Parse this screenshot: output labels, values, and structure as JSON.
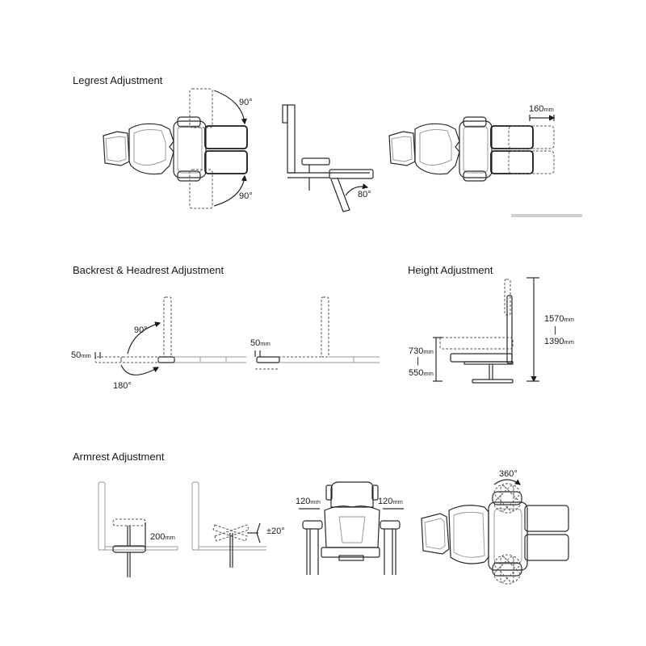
{
  "sections": {
    "legrest": {
      "title": "Legrest Adjustment",
      "angle_top": "90°",
      "angle_bottom": "90°",
      "angle_side": "80°",
      "extension_value": "160",
      "extension_unit": "mm"
    },
    "backrest": {
      "title": "Backrest & Headrest Adjustment",
      "offset_left_value": "50",
      "offset_left_unit": "mm",
      "angle_up": "90°",
      "angle_down": "180°",
      "offset_right_value": "50",
      "offset_right_unit": "mm"
    },
    "height": {
      "title": "Height Adjustment",
      "max_overall_value": "1570",
      "max_overall_unit": "mm",
      "min_overall_value": "1390",
      "min_overall_unit": "mm",
      "max_seat_value": "730",
      "max_seat_unit": "mm",
      "min_seat_value": "550",
      "min_seat_unit": "mm",
      "range_sep": "|"
    },
    "armrest": {
      "title": "Armrest Adjustment",
      "lift_value": "200",
      "lift_unit": "mm",
      "tilt_angle": "±20°",
      "width_left_value": "120",
      "width_left_unit": "mm",
      "width_right_value": "120",
      "width_right_unit": "mm",
      "rotation_angle": "360°"
    }
  },
  "colors": {
    "line": "#2a2a2a",
    "dashed": "#555555",
    "light": "#9a9a9a",
    "background": "#ffffff"
  }
}
